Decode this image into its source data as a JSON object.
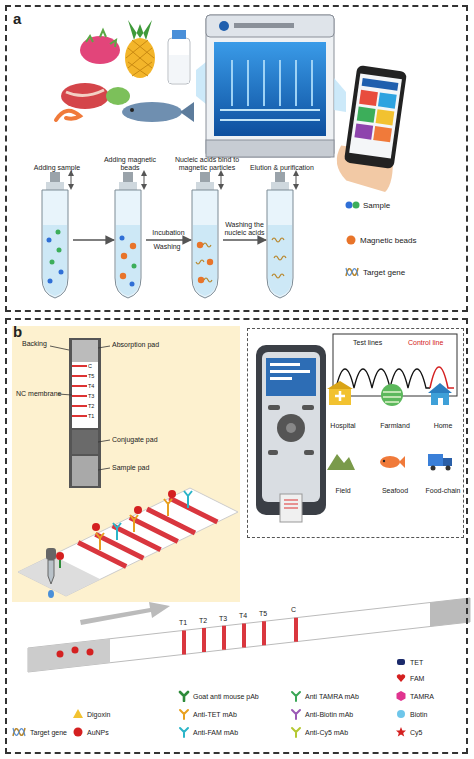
{
  "diagram": {
    "nodes": [
      {
        "text": [
          "a"
        ]
      },
      {
        "text": [
          "Adding sample"
        ],
        "in": 0
      },
      {
        "text": [
          "Adding magnetic beads"
        ],
        "in": 0
      },
      {
        "text": [
          "Nucleic acids bind to magnetic particles"
        ],
        "in": 0
      },
      {
        "text": [
          "Elution & purification"
        ],
        "in": 0
      },
      {
        "text": [
          "b"
        ]
      },
      {
        "text": [
          "Test lines",
          "Control line"
        ],
        "in": 5
      },
      {
        "text": [
          "Hospital"
        ],
        "in": 6
      },
      {
        "text": [
          "Farmland"
        ],
        "in": 6
      },
      {
        "text": [
          "Home"
        ],
        "in": 6
      },
      {
        "text": [
          "Field"
        ],
        "in": 6
      },
      {
        "text": [
          "Seafood"
        ],
        "in": 6
      },
      {
        "text": [
          "Food-chain"
        ],
        "in": 6
      }
    ],
    "edges": [
      {
        "from": 1,
        "to": 2,
        "arrow": "to"
      },
      {
        "from": 2,
        "to": 3,
        "arrow": "to",
        "label": "Incubation"
      },
      {
        "from": 3,
        "to": 4,
        "arrow": "to",
        "label": "Washing the nucleic acids"
      }
    ],
    "labels": [
      "Washing",
      "Backing",
      "Absorption pad",
      "NC membrane",
      "Conjugate pad",
      "Sample pad",
      "C",
      "T5",
      "T4",
      "T3",
      "T2",
      "T1",
      "T1",
      "T2",
      "T3",
      "T4",
      "T5",
      "C"
    ],
    "legend": [
      {
        "text": "Sample",
        "color": "#2f6fd6"
      },
      {
        "text": "Magnetic beads",
        "color": "#e8742a"
      },
      {
        "text": "Target gene"
      },
      {
        "text": "TET"
      },
      {
        "text": "FAM"
      },
      {
        "text": "Goat anti mouse pAb"
      },
      {
        "text": "Anti TAMRA mAb"
      },
      {
        "text": "TAMRA"
      },
      {
        "text": "Digoxin"
      },
      {
        "text": "Anti-TET mAb"
      },
      {
        "text": "Anti-Biotin mAb"
      },
      {
        "text": "Biotin"
      },
      {
        "text": "Target gene"
      },
      {
        "text": "AuNPs",
        "color": "#d42020"
      },
      {
        "text": "Anti-FAM mAb"
      },
      {
        "text": "Anti-Cy5 mAb"
      },
      {
        "text": "Cy5"
      }
    ]
  }
}
